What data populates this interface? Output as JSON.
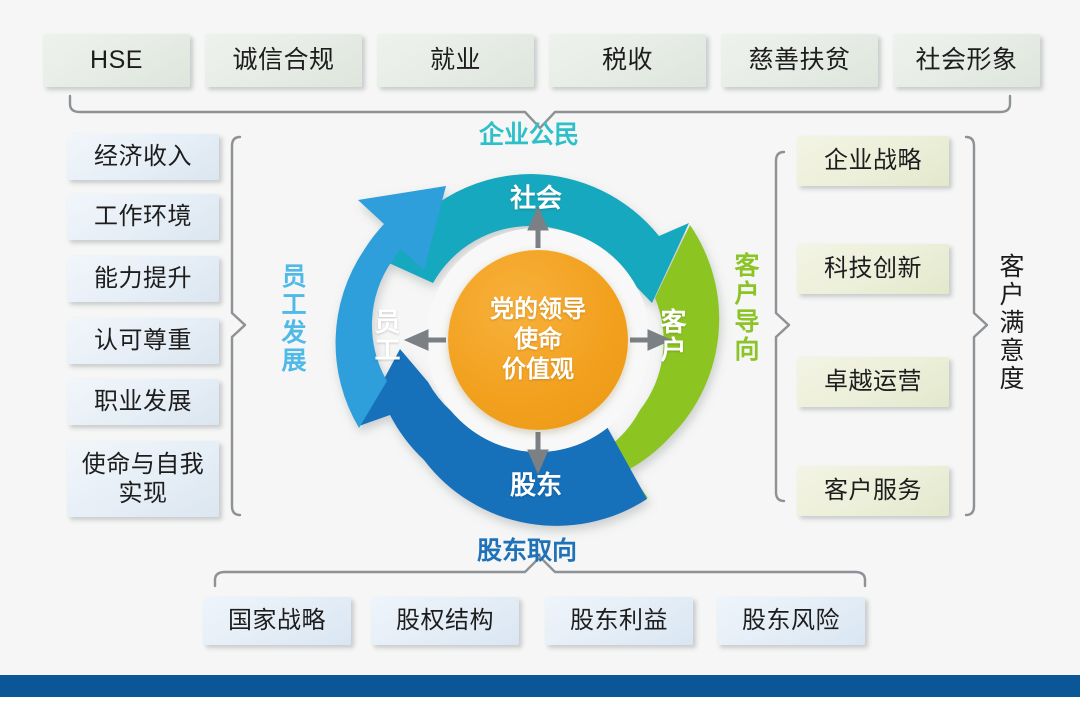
{
  "palette": {
    "society_teal": "#18a8be",
    "customer_green": "#8cc520",
    "shareholder_blue": "#1270ba",
    "staff_blue": "#2e9fdb",
    "core_orange": "#f2a11f",
    "footer_blue": "#0b5697",
    "brace_gray": "#8e9296"
  },
  "wheel": {
    "core_text": "党的领导\n使命\n价值观",
    "segments": {
      "top": "社会",
      "right": "客户",
      "bottom": "股东",
      "left": "员工"
    }
  },
  "group_labels": {
    "top": "企业公民",
    "bottom": "股东取向",
    "left": "员工发展",
    "right": "客户导向",
    "far_right": "客户满意度"
  },
  "top_row": [
    {
      "label": "HSE"
    },
    {
      "label": "诚信合规"
    },
    {
      "label": "就业"
    },
    {
      "label": "税收"
    },
    {
      "label": "慈善扶贫"
    },
    {
      "label": "社会形象"
    }
  ],
  "left_column": [
    {
      "label": "经济收入"
    },
    {
      "label": "工作环境"
    },
    {
      "label": "能力提升"
    },
    {
      "label": "认可尊重"
    },
    {
      "label": "职业发展"
    },
    {
      "label": "使命与自我\n实现"
    }
  ],
  "right_column": [
    {
      "label": "企业战略"
    },
    {
      "label": "科技创新"
    },
    {
      "label": "卓越运营"
    },
    {
      "label": "客户服务"
    }
  ],
  "bottom_row": [
    {
      "label": "国家战略"
    },
    {
      "label": "股权结构"
    },
    {
      "label": "股东利益"
    },
    {
      "label": "股东风险"
    }
  ]
}
